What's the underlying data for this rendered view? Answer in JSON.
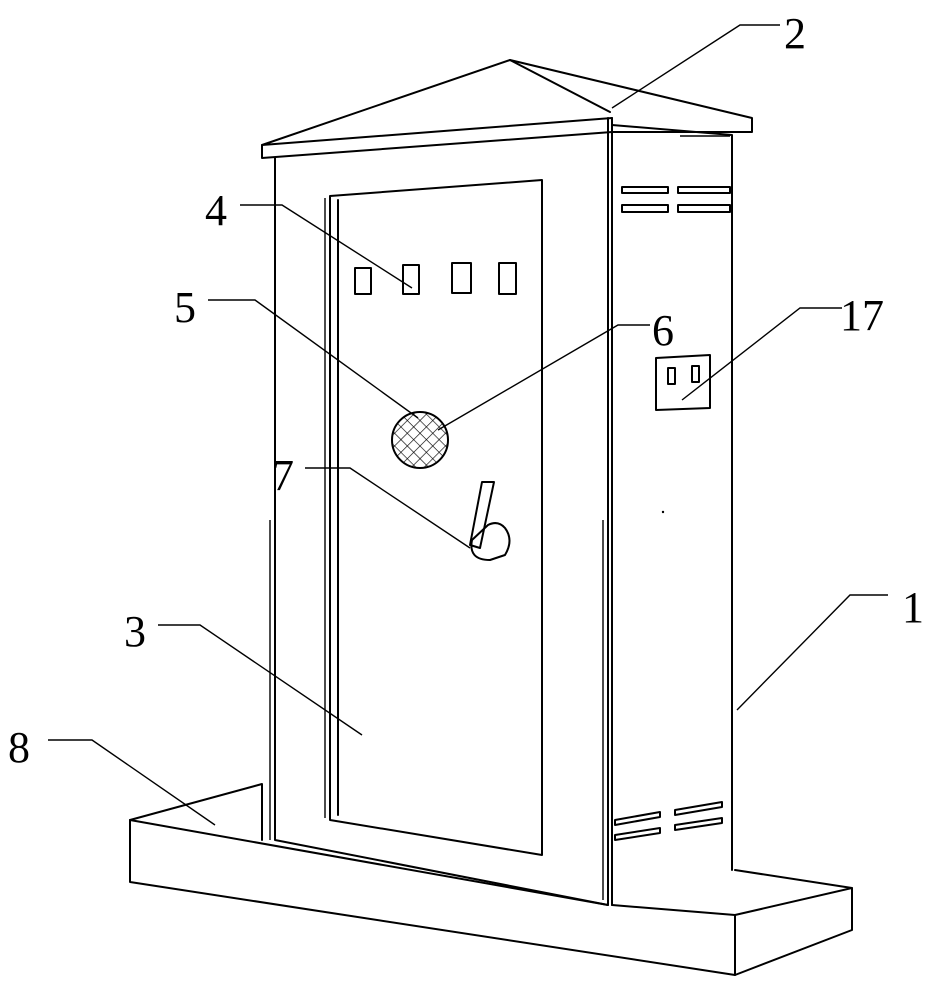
{
  "labels": {
    "l1": "1",
    "l2": "2",
    "l3": "3",
    "l4": "4",
    "l5": "5",
    "l6": "6",
    "l7": "7",
    "l8": "8",
    "l17": "17"
  }
}
